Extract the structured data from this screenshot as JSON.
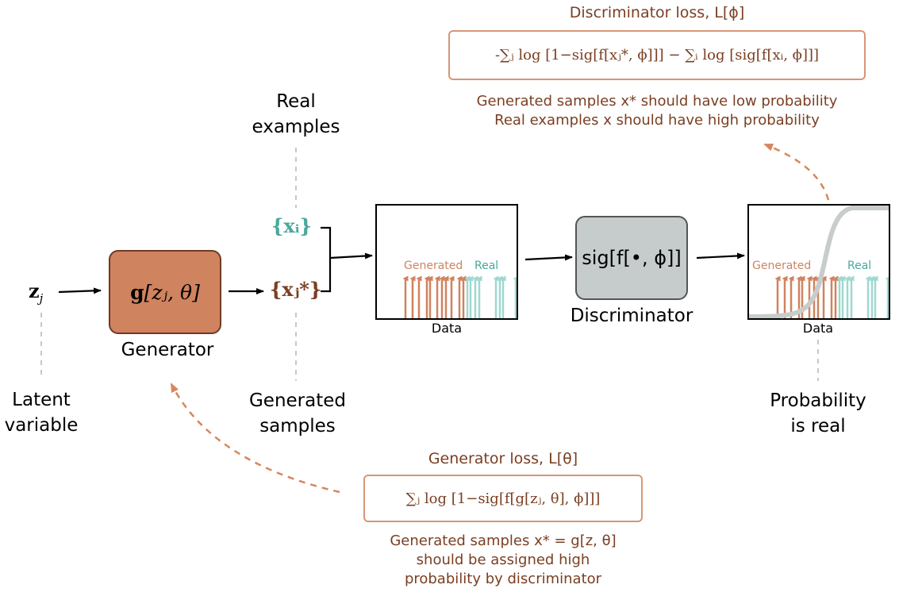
{
  "latent": {
    "symbol": "z",
    "subscript": "j",
    "label_line1": "Latent",
    "label_line2": "variable"
  },
  "generator": {
    "formula_fn": "g",
    "formula_args": "[zⱼ, θ]",
    "label": "Generator",
    "color": "#d0835f"
  },
  "real_examples": {
    "label_line1": "Real",
    "label_line2": "examples",
    "symbol": "{xᵢ}"
  },
  "generated_samples": {
    "label_line1": "Generated",
    "label_line2": "samples",
    "symbol": "{xⱼ*}"
  },
  "data_plot_left": {
    "generated_label": "Generated",
    "real_label": "Real",
    "axis_label": "Data",
    "generated_color": "#d0835f",
    "real_color": "#9fd8d0"
  },
  "discriminator": {
    "formula": "sig[f[•, ϕ]]",
    "label": "Discriminator",
    "color": "#c6cbcc"
  },
  "data_plot_right": {
    "generated_label": "Generated",
    "real_label": "Real",
    "axis_label": "Data",
    "curve_color": "#c8cccc"
  },
  "probability": {
    "label_line1": "Probability",
    "label_line2": "is real"
  },
  "discriminator_loss": {
    "title": "Discriminator loss, L[ϕ]",
    "formula": "-∑ⱼ log [1−sig[f[xⱼ*, ϕ]]] − ∑ᵢ log [sig[f[xᵢ, ϕ]]]",
    "caption_line1": "Generated samples x* should have low probability",
    "caption_line2": "Real examples x should have high probability"
  },
  "generator_loss": {
    "title": "Generator loss, L[θ]",
    "formula": "∑ⱼ log [1−sig[f[g[zⱼ, θ], ϕ]]]",
    "caption_line1": "Generated samples x* = g[z, θ]",
    "caption_line2": "should be assigned high",
    "caption_line3": "probability by discriminator"
  },
  "colors": {
    "brown_text": "#7a3f22",
    "teal_text": "#4aa89c",
    "loss_border": "#d79677",
    "dashed_arrow": "#d7865f"
  }
}
